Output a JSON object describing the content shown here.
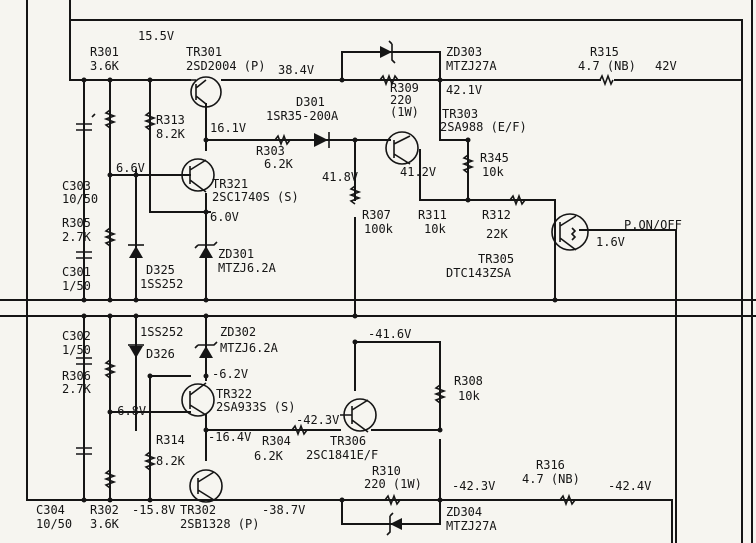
{
  "colors": {
    "ink": "#151515",
    "paper": "#f6f5f0"
  },
  "labels": {
    "v15_5": "15.5V",
    "r301": "R301",
    "r301_val": "3.6K",
    "tr301": "TR301",
    "tr301_part": "2SD2004 (P)",
    "v38_4": "38.4V",
    "zd303": "ZD303",
    "zd303_part": "MTZJ27A",
    "r315": "R315",
    "r315_val": "4.7 (NB)",
    "v42": "42V",
    "r309": "R309",
    "r309_val": "220",
    "r309_w": "(1W)",
    "v42_1": "42.1V",
    "r313": "R313",
    "r313_val": "8.2K",
    "d301": "D301",
    "d301_part": "1SR35-200A",
    "tr303": "TR303",
    "tr303_part": "2SA988 (E/F)",
    "v16_1": "16.1V",
    "r303": "R303",
    "r303_val": "6.2K",
    "v6_6": "6.6V",
    "r345": "R345",
    "r345_val": "10k",
    "v41_8": "41.8V",
    "v41_2": "41.2V",
    "c303": "C303",
    "c303_val": "10/50",
    "tr321": "TR321",
    "tr321_part": "2SC1740S (S)",
    "v6_0": "6.0V",
    "r305": "R305",
    "r305_val": "2.7K",
    "r307": "R307",
    "r307_val": "100k",
    "r311": "R311",
    "r311_val": "10k",
    "r312": "R312",
    "r312_val": "22K",
    "p_onoff": "P.ON/OFF",
    "v1_6": "1.6V",
    "zd301": "ZD301",
    "zd301_part": "MTZJ6.2A",
    "c301": "C301",
    "c301_val": "1/50",
    "d325": "D325",
    "d325_part": "1SS252",
    "tr305": "TR305",
    "tr305_part": "DTC143ZSA",
    "c302": "C302",
    "c302_val": "1/50",
    "d326_part": "1SS252",
    "d326": "D326",
    "zd302": "ZD302",
    "zd302_part": "MTZJ6.2A",
    "vm41_6": "-41.6V",
    "r306": "R306",
    "r306_val": "2.7K",
    "vm6_2": "-6.2V",
    "tr322": "TR322",
    "tr322_part": "2SA933S (S)",
    "r308": "R308",
    "r308_val": "10k",
    "vm6_8": "-6.8V",
    "vm42_3a": "-42.3V",
    "r314": "R314",
    "r314_val": "8.2K",
    "vm16_4": "-16.4V",
    "r304": "R304",
    "r304_val": "6.2K",
    "tr306": "TR306",
    "tr306_part": "2SC1841E/F",
    "r310": "R310",
    "r310_val": "220 (1W)",
    "r316": "R316",
    "r316_val": "4.7 (NB)",
    "vm42_3b": "-42.3V",
    "vm42_4": "-42.4V",
    "c304": "C304",
    "c304_val": "10/50",
    "r302": "R302",
    "r302_val": "3.6K",
    "vm15_8": "-15.8V",
    "tr302": "TR302",
    "tr302_part": "2SB1328 (P)",
    "vm38_7": "-38.7V",
    "zd304": "ZD304",
    "zd304_part": "MTZJ27A"
  }
}
